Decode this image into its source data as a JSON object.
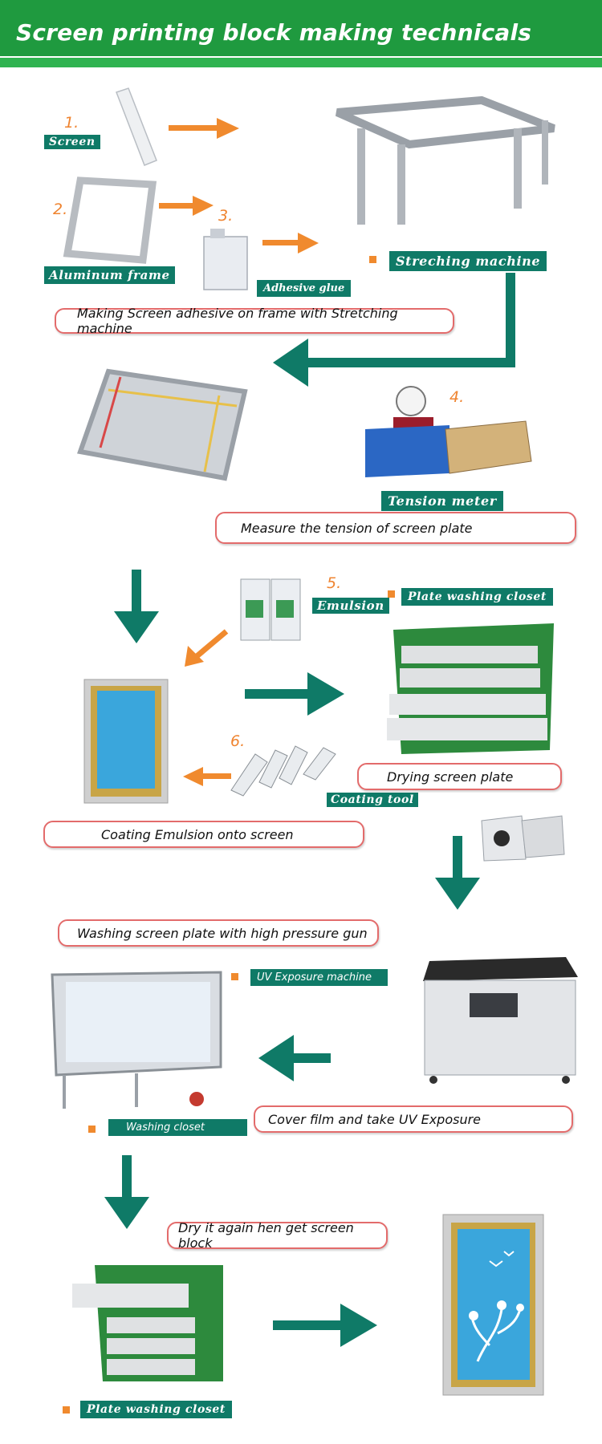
{
  "header": {
    "title": "Screen printing block making technicals"
  },
  "labels": {
    "screen": "Screen",
    "aluminum_frame": "Aluminum frame",
    "adhesive_glue": "Adhesive glue",
    "stretching_machine": "Streching machine",
    "tension_meter": "Tension meter",
    "emulsion": "Emulsion",
    "plate_washing_closet_1": "Plate washing closet",
    "coating_tool": "Coating tool",
    "uv_exposure_machine": "UV Exposure machine",
    "washing_closet": "Washing closet",
    "plate_washing_closet_2": "Plate washing closet"
  },
  "numbers": {
    "n1": "1.",
    "n2": "2.",
    "n3": "3.",
    "n4": "4.",
    "n5": "5.",
    "n6": "6."
  },
  "steps": {
    "s1": "Making Screen adhesive on frame with Stretching machine",
    "s2": "Measure the tension of screen plate",
    "s3": "Drying screen plate",
    "s4": "Coating Emulsion onto screen",
    "s5": "Washing screen plate with high pressure gun",
    "s6": "Cover film and take UV Exposure",
    "s7": "Dry it again hen get screen block"
  },
  "colors": {
    "header_green": "#1f9a3f",
    "tag_teal": "#0f7a67",
    "arrow_orange": "#f08a2e",
    "arrow_teal": "#0f7a67",
    "step_border": "#e36b6b"
  }
}
